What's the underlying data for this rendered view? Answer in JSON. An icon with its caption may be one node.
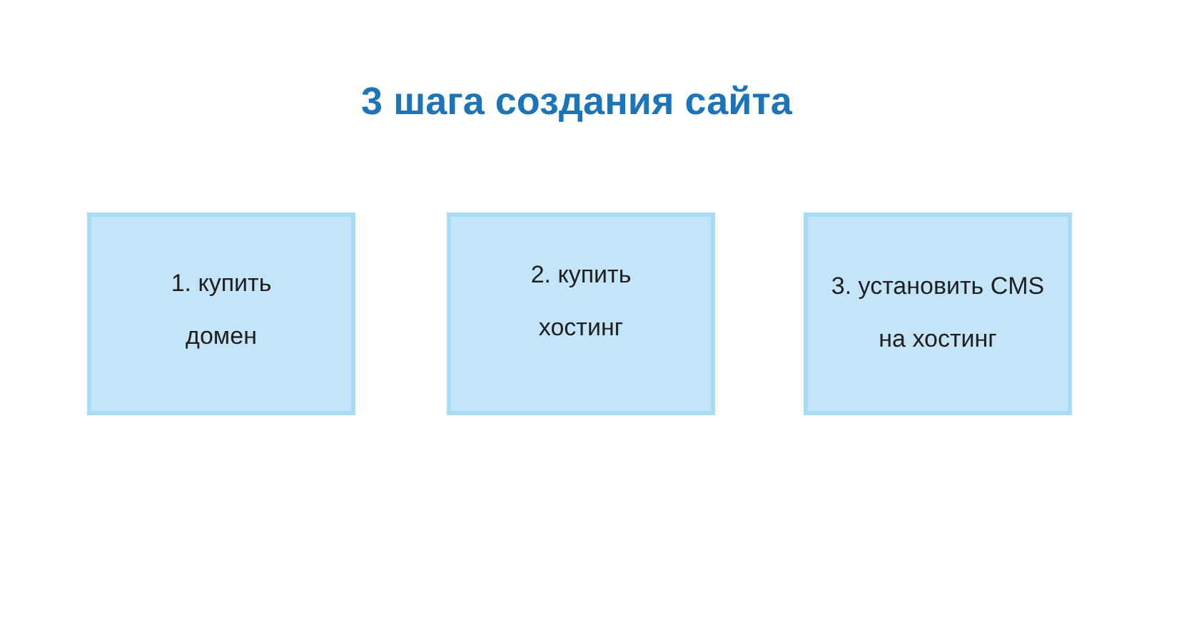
{
  "diagram": {
    "title": "3 шага создания сайта",
    "nodes": [
      {
        "text": [
          "1. купить домен"
        ]
      },
      {
        "text": [
          "2. купить хостинг"
        ]
      },
      {
        "text": [
          "3. установить CMS на хостинг"
        ]
      }
    ]
  }
}
